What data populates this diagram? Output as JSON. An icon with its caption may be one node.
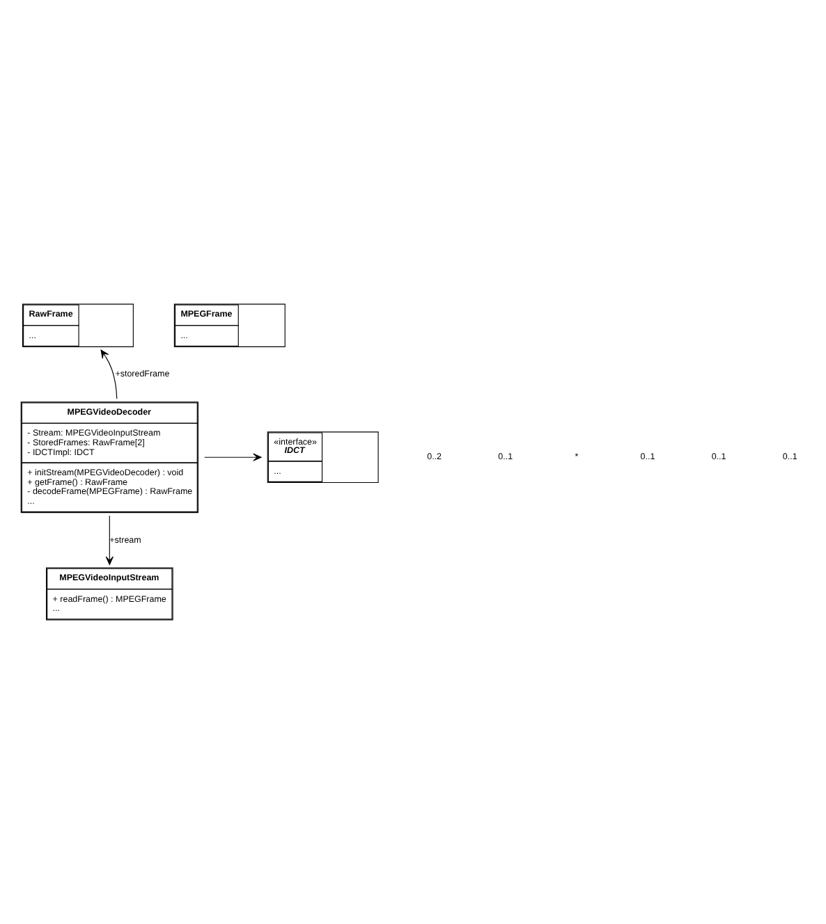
{
  "diagram": {
    "nodes": [
      {
        "text": [
          "RawFrame",
          "..."
        ]
      },
      {
        "text": [
          "MPEGFrame",
          "..."
        ]
      },
      {
        "text": [
          "MPEGVideoDecoder",
          "- Stream: MPEGVideoInputStream",
          "- StoredFrames: RawFrame[2]",
          "- IDCTImpl: IDCT",
          "+ initStream(MPEGVideoDecoder) : void",
          "+ getFrame() : RawFrame",
          "- decodeFrame(MPEGFrame) : RawFrame",
          "..."
        ]
      },
      {
        "text": [
          "«interface»",
          "IDCT",
          "..."
        ]
      },
      {
        "text": [
          "MPEGVideoInputStream",
          "+ readFrame() : MPEGFrame",
          "..."
        ]
      }
    ],
    "edges": [
      {
        "from": 2,
        "to": 0,
        "arrow": "to",
        "label": "+storedFrame"
      },
      {
        "from": 2,
        "to": 3,
        "arrow": "to"
      },
      {
        "from": 2,
        "to": 4,
        "arrow": "to",
        "label": "+stream"
      }
    ],
    "labels": [
      "0..2",
      "0..1",
      "*",
      "0..1",
      "0..1",
      "0..1"
    ]
  }
}
